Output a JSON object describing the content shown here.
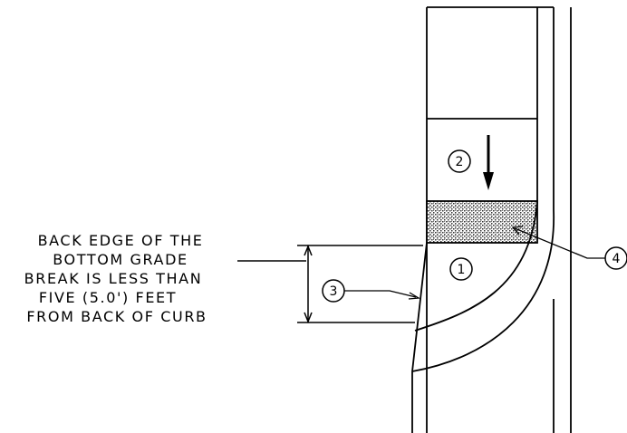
{
  "note": {
    "lines": [
      "BACK EDGE OF THE",
      "BOTTOM GRADE",
      "BREAK IS LESS THAN",
      "FIVE (5.0') FEET",
      "FROM BACK OF CURB"
    ]
  },
  "callouts": [
    {
      "label": "1",
      "meaning": ""
    },
    {
      "label": "2",
      "meaning": ""
    },
    {
      "label": "3",
      "meaning": ""
    },
    {
      "label": "4",
      "meaning": ""
    }
  ],
  "colors": {
    "line": "#000000",
    "background": "#ffffff",
    "hatch": "#555555"
  }
}
